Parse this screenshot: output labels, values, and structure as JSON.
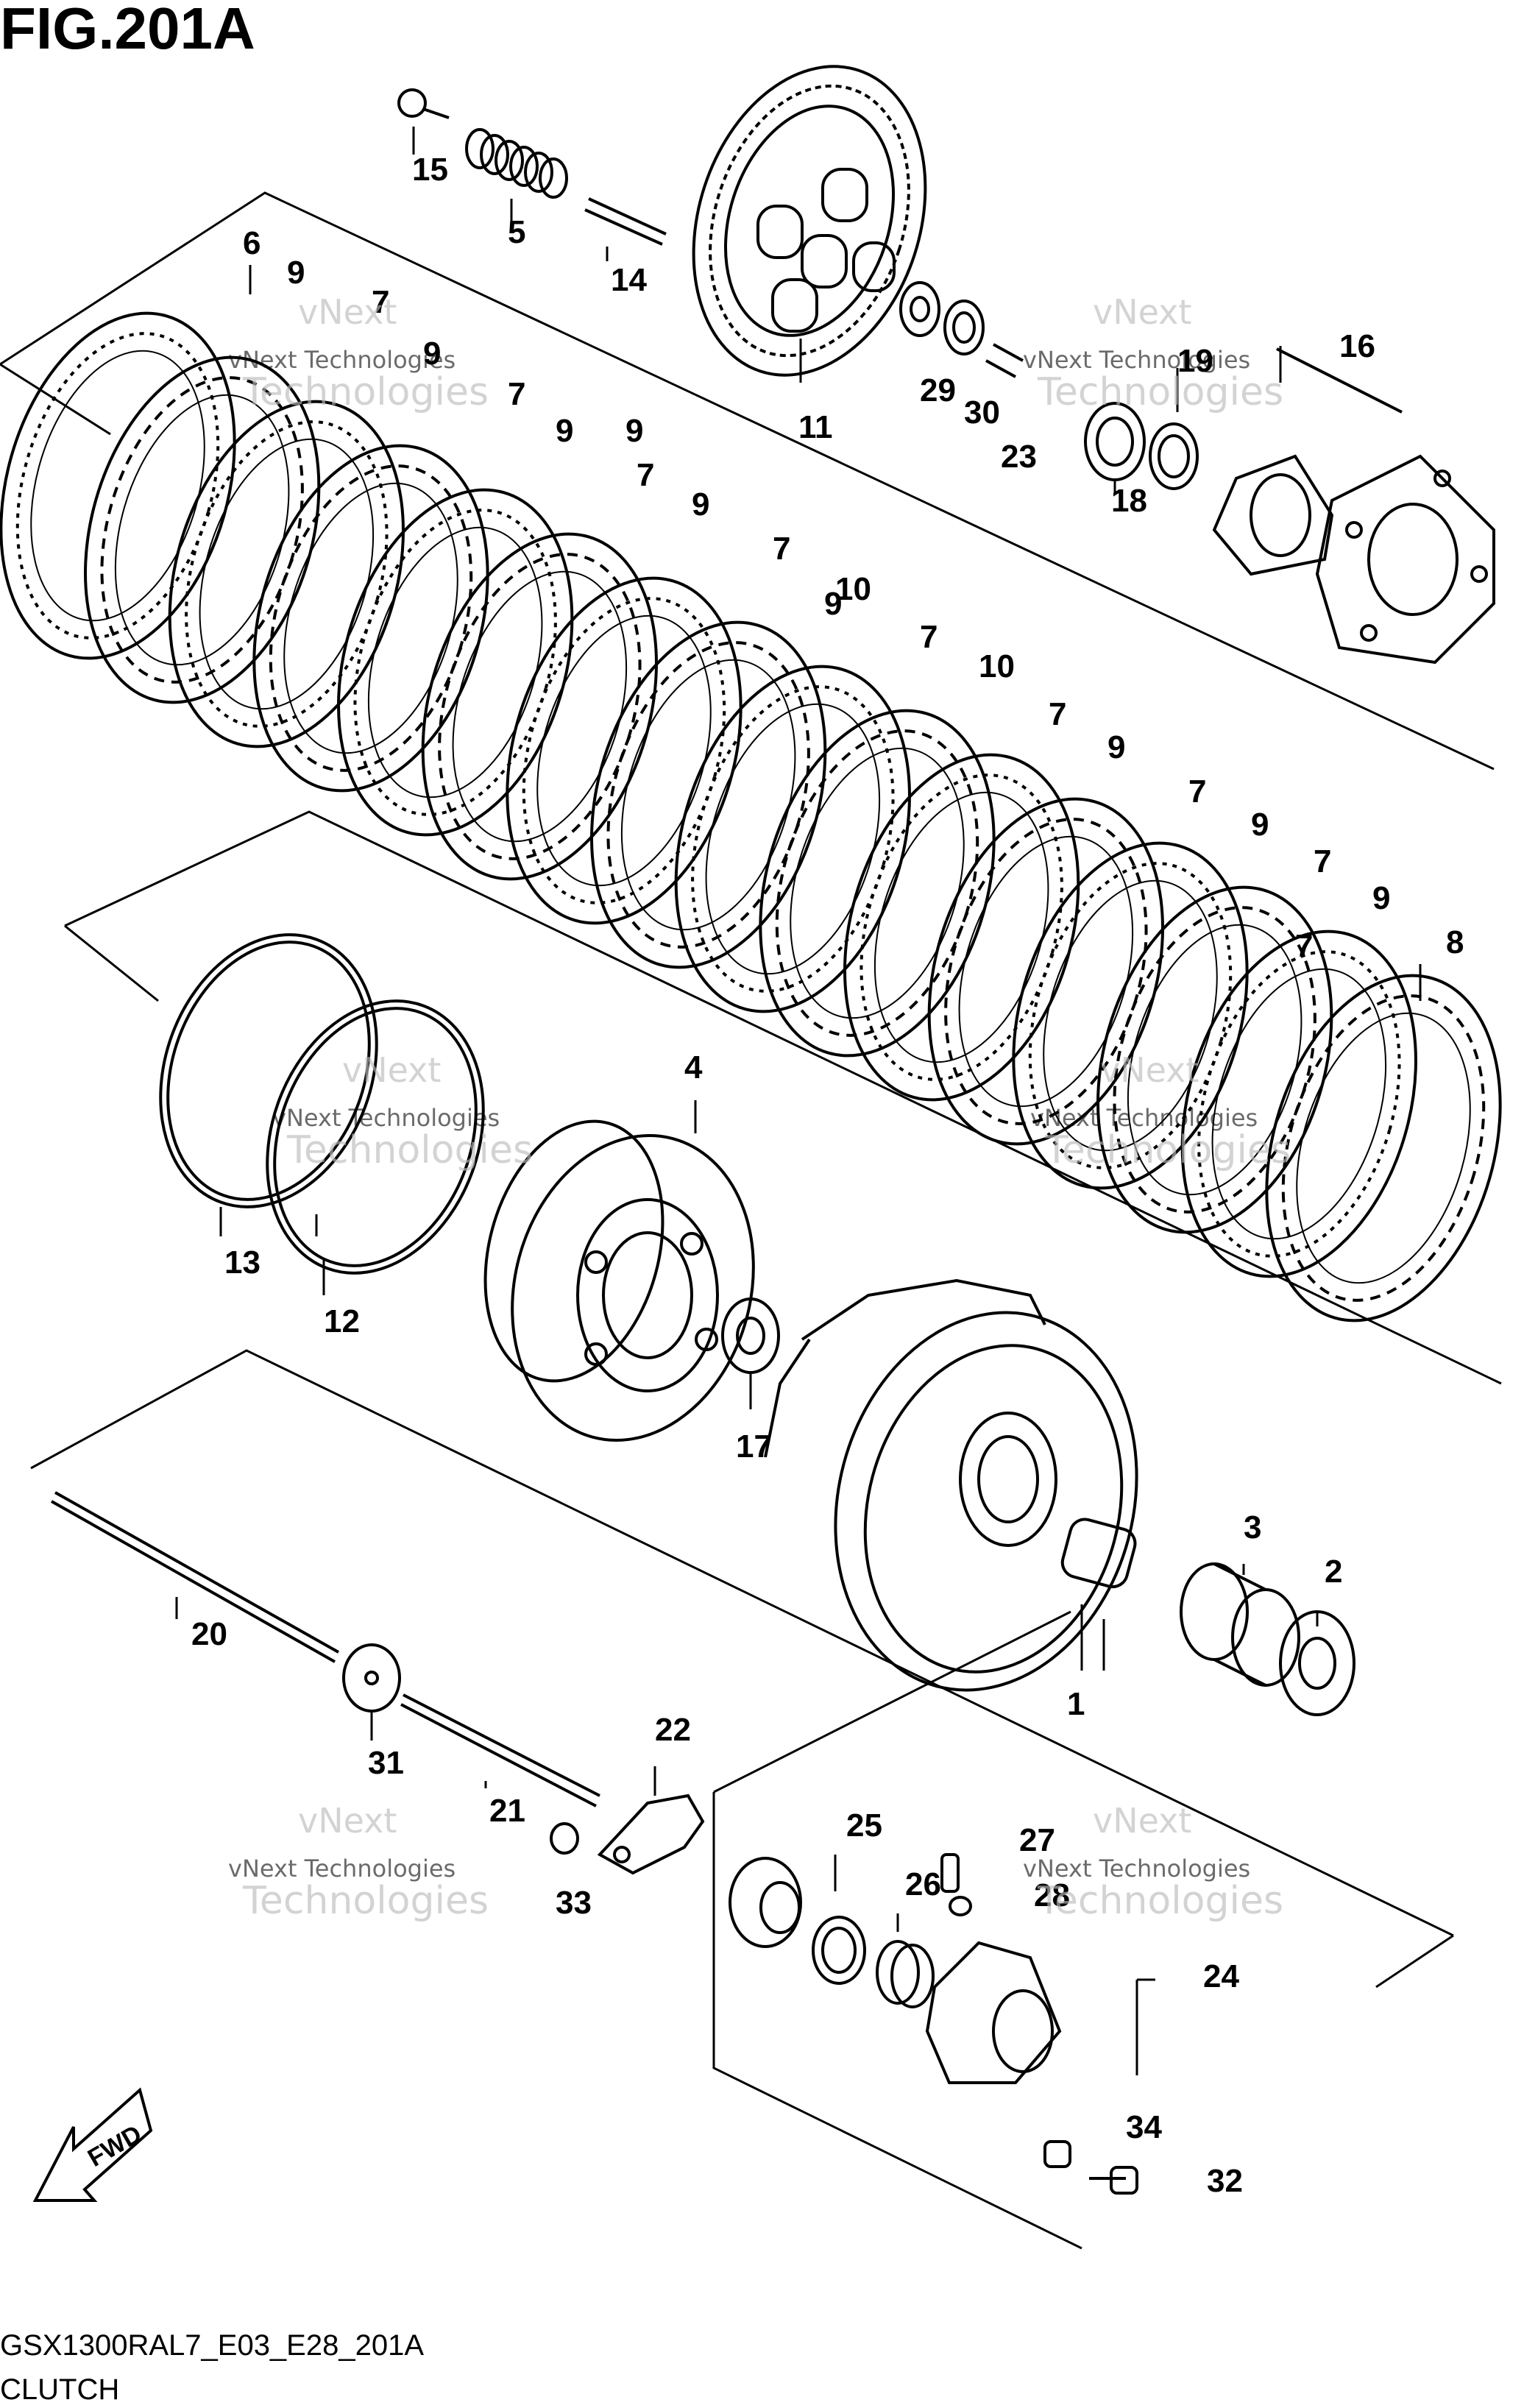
{
  "figure": {
    "title": "FIG.201A",
    "model_code": "GSX1300RAL7_E03_E28_201A",
    "caption": "CLUTCH"
  },
  "fwd_label": "FWD",
  "watermark": {
    "line1": "vNext",
    "line2": "vNext Technologies",
    "line3": "Technologies"
  },
  "callouts": [
    "1",
    "2",
    "3",
    "4",
    "5",
    "6",
    "7",
    "7",
    "7",
    "7",
    "7",
    "7",
    "7",
    "7",
    "7",
    "8",
    "9",
    "9",
    "9",
    "9",
    "9",
    "9",
    "9",
    "9",
    "9",
    "10",
    "10",
    "11",
    "12",
    "13",
    "14",
    "15",
    "16",
    "17",
    "18",
    "19",
    "20",
    "21",
    "22",
    "23",
    "24",
    "25",
    "26",
    "27",
    "28",
    "29",
    "30",
    "31",
    "32",
    "33",
    "34"
  ],
  "colors": {
    "line": "#000000",
    "background": "#ffffff",
    "watermark": "#bbbbbb"
  }
}
